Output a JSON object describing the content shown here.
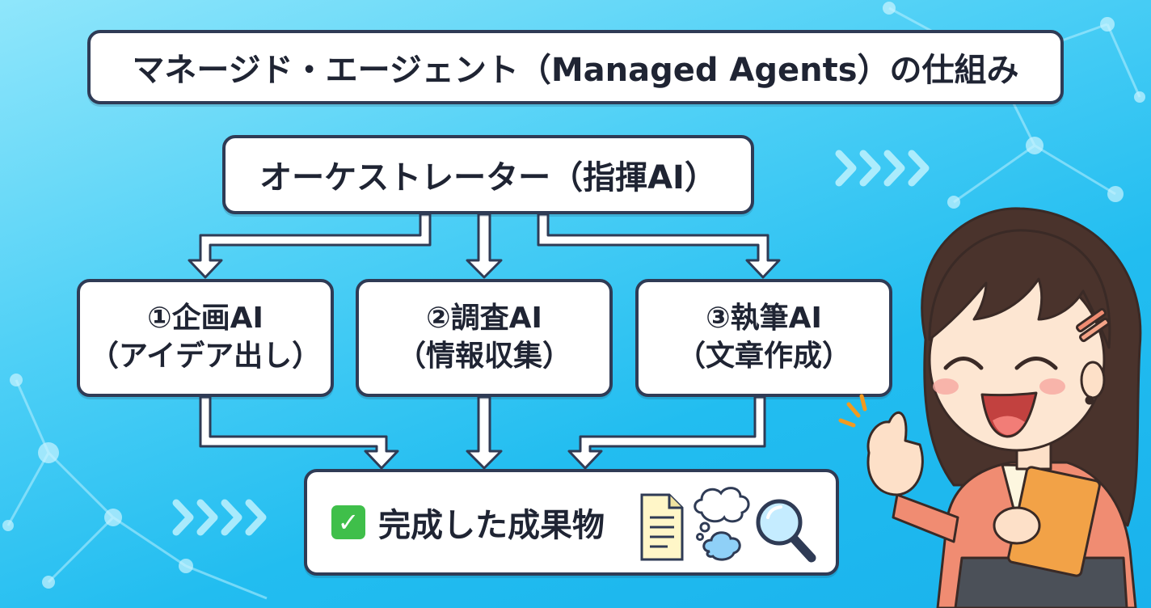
{
  "title": "マネージド・エージェント（Managed Agents）の仕組み",
  "orchestrator": {
    "label": "オーケストレーター（指揮AI）"
  },
  "agents": [
    {
      "name": "①企画AI",
      "role": "（アイデア出し）"
    },
    {
      "name": "②調査AI",
      "role": "（情報収集）"
    },
    {
      "name": "③執筆AI",
      "role": "（文章作成）"
    }
  ],
  "result": {
    "label": "完成した成果物",
    "icons": [
      "check-icon",
      "document-icon",
      "thought-bubble-icon",
      "magnifier-icon"
    ]
  },
  "colors": {
    "background": "#2cc4f2",
    "border": "#2f3b55",
    "box": "#ffffff",
    "check": "#3fbf4a"
  }
}
